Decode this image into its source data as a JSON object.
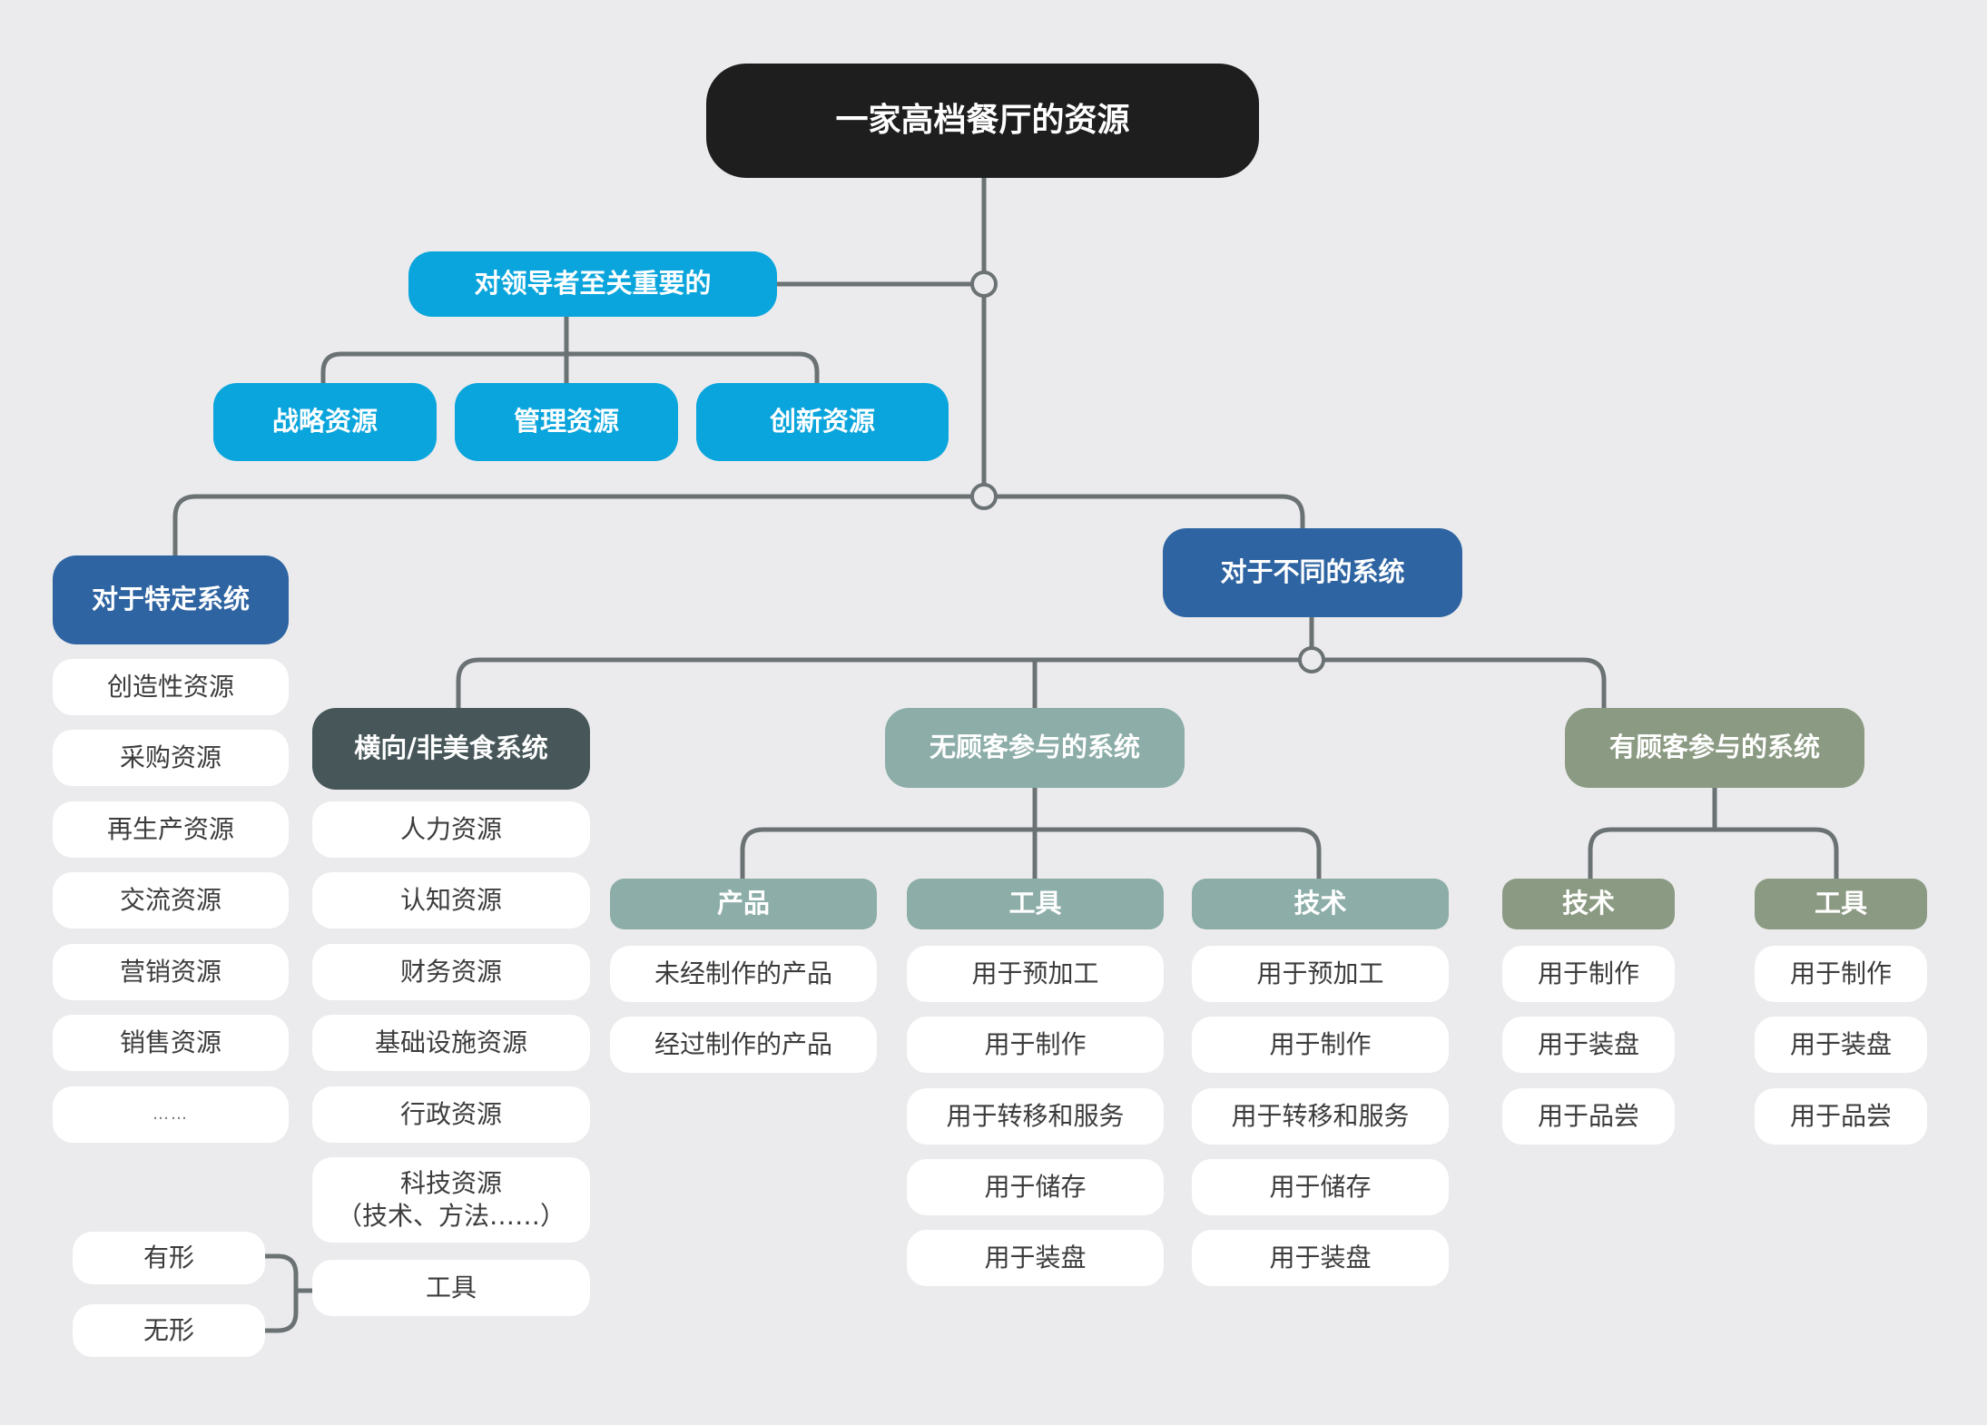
{
  "root": {
    "label": "一家高档餐厅的资源"
  },
  "leader": {
    "label": "对领导者至关重要的",
    "children": [
      "战略资源",
      "管理资源",
      "创新资源"
    ]
  },
  "specific": {
    "label": "对于特定系统",
    "items": [
      "创造性资源",
      "采购资源",
      "再生产资源",
      "交流资源",
      "营销资源",
      "销售资源",
      "……"
    ]
  },
  "different": {
    "label": "对于不同的系统"
  },
  "horizontal": {
    "label": "横向/非美食系统",
    "items": [
      "人力资源",
      "认知资源",
      "财务资源",
      "基础设施资源",
      "行政资源"
    ],
    "tech_line1": "科技资源",
    "tech_line2": "（技术、方法……）",
    "tools": "工具"
  },
  "tangible": {
    "label": "有形"
  },
  "intangible": {
    "label": "无形"
  },
  "no_customer": {
    "label": "无顾客参与的系统",
    "product": {
      "label": "产品",
      "items": [
        "未经制作的产品",
        "经过制作的产品"
      ]
    },
    "tools": {
      "label": "工具",
      "items": [
        "用于预加工",
        "用于制作",
        "用于转移和服务",
        "用于储存",
        "用于装盘"
      ]
    },
    "tech": {
      "label": "技术",
      "items": [
        "用于预加工",
        "用于制作",
        "用于转移和服务",
        "用于储存",
        "用于装盘"
      ]
    }
  },
  "with_customer": {
    "label": "有顾客参与的系统",
    "tech": {
      "label": "技术",
      "items": [
        "用于制作",
        "用于装盘",
        "用于品尝"
      ]
    },
    "tools": {
      "label": "工具",
      "items": [
        "用于制作",
        "用于装盘",
        "用于品尝"
      ]
    }
  },
  "colors": {
    "root": "#1e1e1e",
    "leader": "#0aa5dc",
    "system": "#2e64a1",
    "horizontal": "#465659",
    "no_customer": "#8cada8",
    "with_customer": "#8b9a82",
    "connector": "#6b7274",
    "background": "#ebebed"
  }
}
